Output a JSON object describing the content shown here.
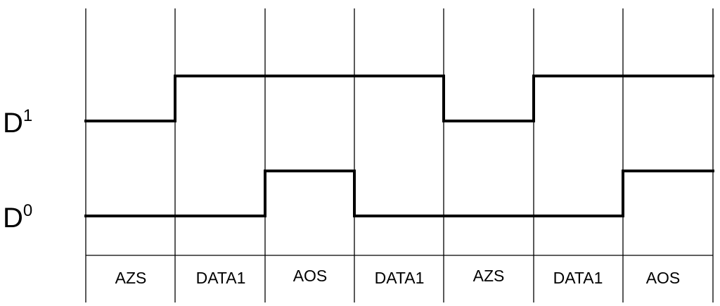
{
  "signals": [
    {
      "name": "D",
      "superscript": "1",
      "levels": [
        0,
        1,
        1,
        1,
        0,
        1,
        1
      ]
    },
    {
      "name": "D",
      "superscript": "0",
      "levels": [
        0,
        0,
        1,
        0,
        0,
        0,
        1
      ]
    }
  ],
  "phases": [
    "AZS",
    "DATA1",
    "AOS",
    "DATA1",
    "AZS",
    "DATA1",
    "AOS"
  ]
}
